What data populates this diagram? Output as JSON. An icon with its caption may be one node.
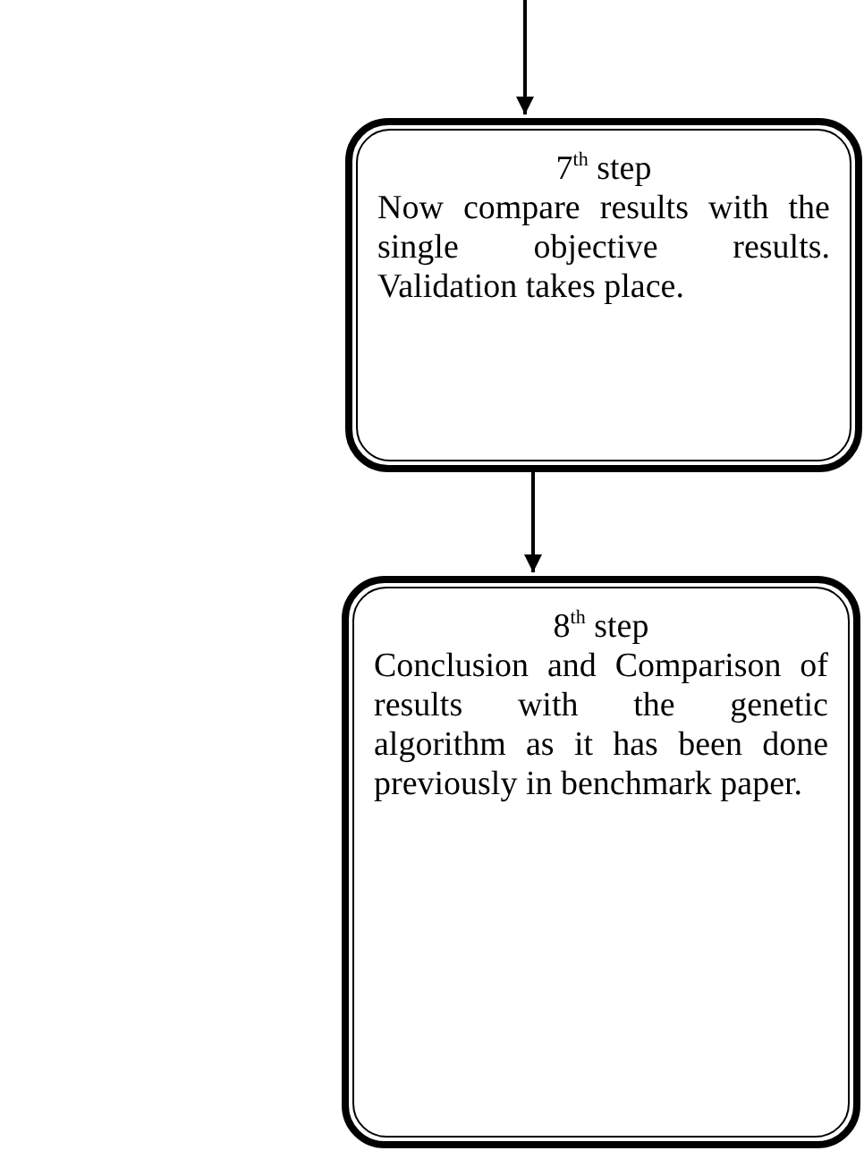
{
  "diagram": {
    "nodes": [
      {
        "text": [
          "7$^{th}$ step",
          "Now compare results with the single objective results. Validation takes place."
        ]
      },
      {
        "text": [
          "8$^{th}$ step",
          "Conclusion and Comparison of results with the genetic algorithm as it has been done previously in benchmark paper."
        ]
      }
    ],
    "edges": [
      {
        "from": null,
        "to": 0,
        "arrow": "to"
      },
      {
        "from": 0,
        "to": 1,
        "arrow": "to"
      }
    ]
  }
}
